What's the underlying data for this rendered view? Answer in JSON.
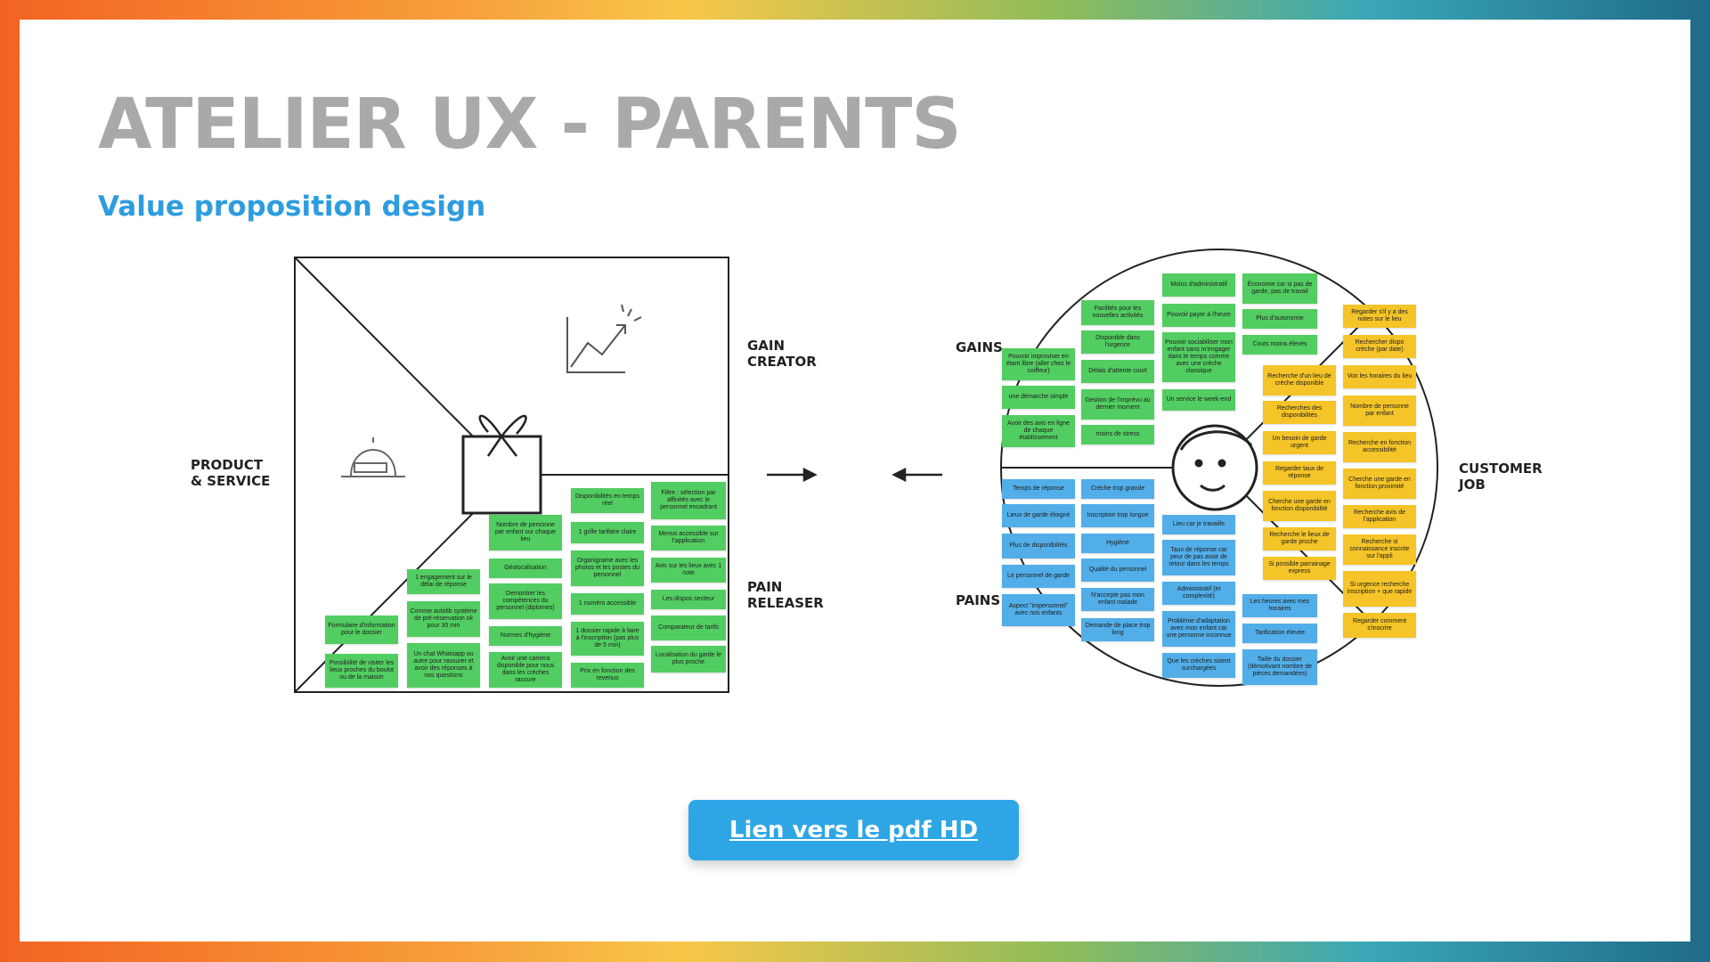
{
  "header": {
    "title": "ATELIER UX - PARENTS",
    "subtitle": "Value proposition design"
  },
  "value_map": {
    "labels": {
      "product_service": "PRODUCT\n& SERVICE",
      "gain_creator": "GAIN\nCREATOR",
      "pain_releaser": "PAIN\nRELEASER"
    },
    "notes": [
      "Formulaire d'information pour le dossier",
      "Possibilité de visiter les lieux proches du boulot ou de la maison",
      "1 engagement sur le délai de réponse",
      "Comme autolib système de pré-réservation ok pour 30 min",
      "Un chat Whatsapp ou autre pour rassurer et avoir des réponses à nos questions",
      "Nombre de personne par enfant sur chaque lieu",
      "Géolocalisation",
      "Demontrer les compétences du personnel (diplomes)",
      "Normes d'hygiène",
      "Avoir une camera disponible pour nous dans les crèches rassure",
      "Disponibilités en temps réel",
      "1 grille tarifaire claire",
      "Organigrame avec les photos et les postes du personnel",
      "1 numéro accessible",
      "1 dossier rapide à faire à l'inscription (pas plus de 5 min)",
      "Prix en fonction des revenus",
      "Filtre : sélection par affinités avec le personnel encadrant",
      "Menus accessible sur l'application",
      "Avis sur les lieux avec 1 note",
      "Les dispos secteur",
      "Comparateur de tarifs",
      "Localisation du garde le plus proche"
    ]
  },
  "customer_profile": {
    "labels": {
      "gains": "GAINS",
      "pains": "PAINS",
      "customer_job": "CUSTOMER\nJOB"
    },
    "gains_notes": [
      "Pouvoir improviser en étant libre (aller chez le coiffeur)",
      "une démarche simple",
      "Avoir des avis en ligne de chaque établissement",
      "Facilités pour les nouvelles activités",
      "Disponible dans l'urgence",
      "Délais d'attente court",
      "Gestion de l'imprévu au dernier moment",
      "moins de stress",
      "Moins d'administratif",
      "Pouvoir payer à l'heure",
      "Pouvoir sociabiliser mon enfant sans m'engager dans le temps comme avec une crèche classique",
      "Un service le week-end",
      "Économie car si pas de garde, pas de travail",
      "Plus d'autonomie",
      "Couts moins élevés"
    ],
    "pains_notes": [
      "Temps de réponse",
      "Lieux de garde éloigné",
      "Plus de disponibilités",
      "Le personnel de garde",
      "Aspect \"impersonnel\" avec nos enfants",
      "Crèche trop grande",
      "Inscription trop longue",
      "Hygiène",
      "Qualité du personnel",
      "N'accepte pas mon enfant malade",
      "Demande de place trop long",
      "Lieu car je travaille",
      "Taux de réponse car peur de pas avoir de retour dans les temps",
      "Administratif (et complexité)",
      "Problème d'adaptation avec mon enfant car une personne inconnue",
      "Que les crèches soient surchargées",
      "Les heures avec mes horaires",
      "Tarification élevée",
      "Taille du dossier (démotivant nombre de pièces demandées)"
    ],
    "job_notes": [
      "Recherche d'un lieu de crèche disponible",
      "Recherches des disponibilités",
      "Un besoin de garde urgent",
      "Regarder taux de réponse",
      "Cherche une garde en fonction disponibilité",
      "Recherche le lieux de garde proche",
      "Si possible parrainage express",
      "Regarder s'il y a des notes sur le lieu",
      "Rechercher dispo crèche (par date)",
      "Voir les horaires du lieu",
      "Nombre de personne par enfant",
      "Recherche en fonction accessibilité",
      "Cherche une garde en fonction proximité",
      "Recherche avis de l'application",
      "Recherche si connaissance inscrite sur l'appli",
      "Si urgence recherche inscription + que rapide",
      "Regarder comment s'inscrire"
    ]
  },
  "cta": {
    "label": "Lien vers le pdf HD"
  },
  "colors": {
    "title_gray": "#a9a9a9",
    "subtitle_blue": "#2d9ce0",
    "note_green": "#52cd61",
    "note_blue": "#52aee8",
    "note_yellow": "#f4c428",
    "button_blue": "#2ea6e6"
  }
}
